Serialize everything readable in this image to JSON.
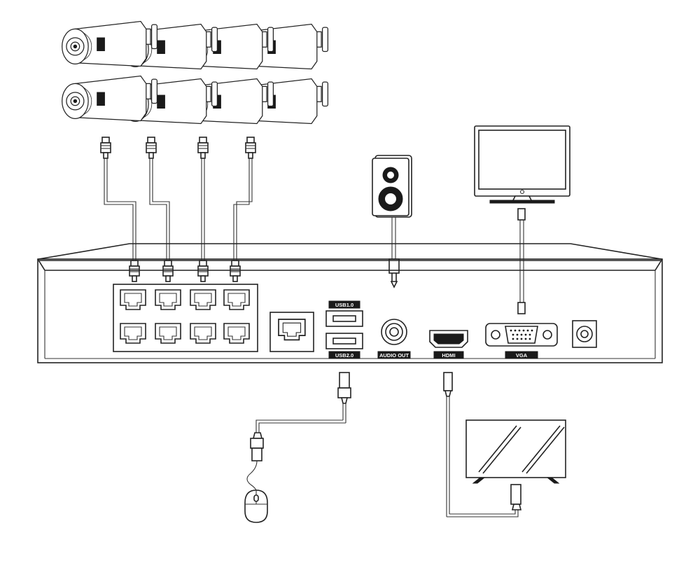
{
  "labels": {
    "usb1": "USB1.0",
    "usb2": "USB2.0",
    "audio_out": "AUDIO OUT",
    "hdmi": "HDMI",
    "vga": "VGA"
  },
  "colors": {
    "line": "#222222",
    "label_background": "#1a1a1a",
    "label_text": "#ffffff",
    "background": "#ffffff"
  },
  "devices": {
    "cameras": {
      "icon": "bullet-camera-icon",
      "count": 8
    },
    "speaker": {
      "icon": "speaker-icon"
    },
    "vga_monitor": {
      "icon": "monitor-icon"
    },
    "hdmi_tv": {
      "icon": "tv-icon"
    },
    "mouse": {
      "icon": "mouse-icon"
    },
    "nvr": {
      "icon": "nvr-recorder-icon",
      "poe_ports": 8,
      "lan_ports": 1
    }
  }
}
